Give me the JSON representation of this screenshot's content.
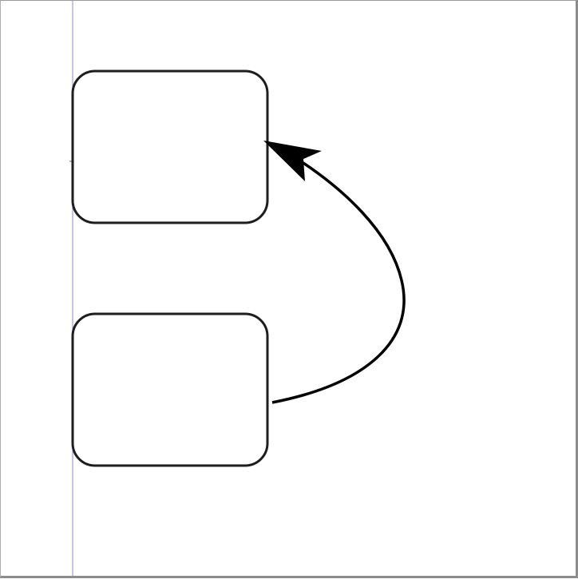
{
  "diagram": {
    "colors": {
      "background": "#ffffff",
      "node_stroke": "#1e1e1e",
      "edge_stroke": "#000000",
      "guide_line": "#8c8cc8",
      "guide_marker": "#c0405a"
    },
    "nodes": [
      {
        "id": "top-node",
        "label": ""
      },
      {
        "id": "bottom-node",
        "label": ""
      }
    ],
    "edges": [
      {
        "id": "curved-connector",
        "from": "bottom-node",
        "to": "top-node",
        "arrowhead": "filled-arrow-at-target"
      }
    ]
  }
}
